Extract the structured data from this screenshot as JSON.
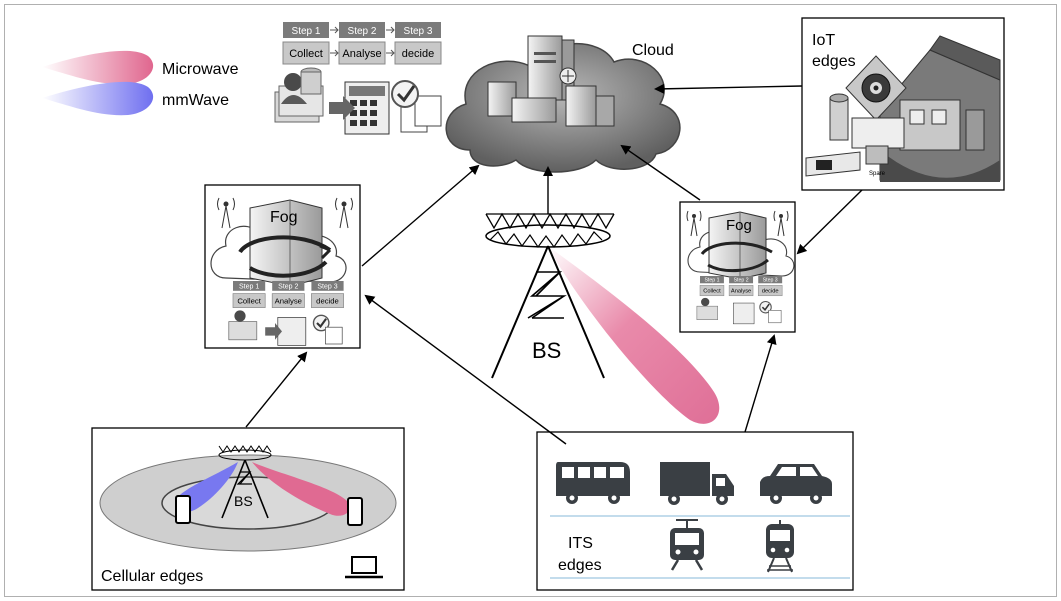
{
  "legend": {
    "microwave": "Microwave",
    "mmwave": "mmWave"
  },
  "workflow": {
    "steps": [
      "Step 1",
      "Step 2",
      "Step 3"
    ],
    "actions": [
      "Collect",
      "Analyse",
      "decide"
    ]
  },
  "cloud": {
    "label": "Cloud"
  },
  "iot": {
    "label_line1": "IoT",
    "label_line2": "edges",
    "device_text": "Spare"
  },
  "fog": {
    "label": "Fog"
  },
  "base_station": {
    "label": "BS"
  },
  "cellular": {
    "label": "Cellular edges",
    "bs_label": "BS"
  },
  "its": {
    "label_line1": "ITS",
    "label_line2": "edges"
  },
  "colors": {
    "microwave": "#e0668e",
    "mmwave": "#6f6ff0",
    "cloud": "#8a8a8a",
    "ring_outer": "#cfcfcf",
    "ring_inner": "#d9d9d9",
    "vehicle": "#3a3f44",
    "separator": "#9fc8e0"
  }
}
